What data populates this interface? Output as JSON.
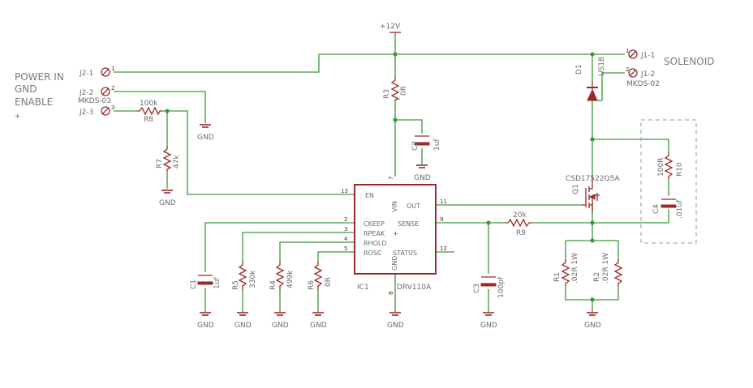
{
  "labels": {
    "power_in": "POWER IN",
    "gnd_label": "GND",
    "enable": "ENABLE",
    "solenoid": "SOLENOID",
    "supply": "+12V",
    "gnd": "GND",
    "plus": "+"
  },
  "connectors": {
    "j2_1": "J2-1",
    "j2_2": "J2-2",
    "j2_3": "J2-3",
    "j2_part": "MKDS-03",
    "j1_1": "J1-1",
    "j1_2": "J1-2",
    "j1_part": "MKDS-02",
    "pin1": "1",
    "pin2": "2",
    "pin3": "3"
  },
  "components": {
    "r8": "R8",
    "r8_val": "100k",
    "r7": "R7",
    "r7_val": "47k",
    "r3": "R3",
    "r3_val": "0R",
    "c2": "C2",
    "c2_val": "1uf",
    "c1": "C1",
    "c1_val": "1uf",
    "r5": "R5",
    "r5_val": "330k",
    "r4": "R4",
    "r4_val": "499k",
    "r6": "R6",
    "r6_val": "0R",
    "c3": "C3",
    "c3_val": "100pf",
    "r9": "R9",
    "r9_val": "20k",
    "d1": "D1",
    "d1_val": "US1B",
    "q1": "Q1",
    "q1_val": "CSD17522Q5A",
    "r10": "R10",
    "r10_val": "100R",
    "c4": "C4",
    "c4_val": ".01uf",
    "r1": "R1",
    "r1_val": ".02R 1W",
    "r2": "R2",
    "r2_val": ".02R 1W"
  },
  "ic": {
    "ref": "IC1",
    "part": "DRV110A",
    "pins": {
      "en": "EN",
      "vin": "VIN",
      "out": "OUT",
      "ckeep": "CKEEP",
      "rpeak": "RPEAK",
      "sense": "SENSE",
      "rhold": "RHOLD",
      "rosc": "ROSC",
      "status": "STATUS",
      "gnd": "GND"
    },
    "pin_numbers": {
      "n13": "13",
      "n7": "7",
      "n11": "11",
      "n2": "2",
      "n3": "3",
      "n9": "9",
      "n4": "4",
      "n5": "5",
      "n12": "12",
      "n8": "8"
    }
  }
}
